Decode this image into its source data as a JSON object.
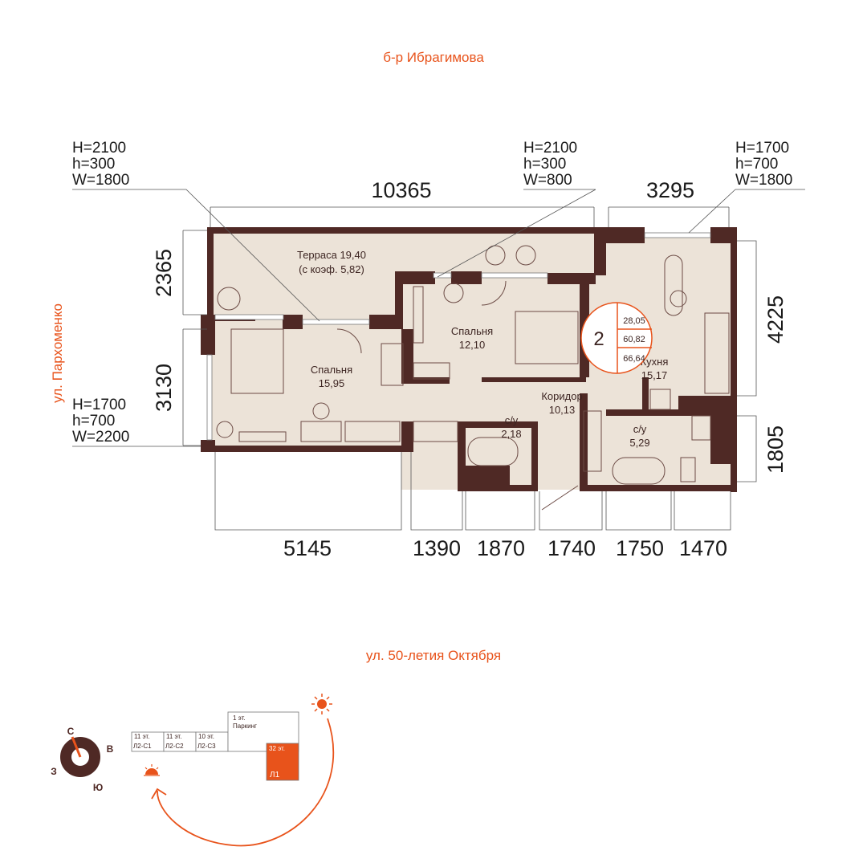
{
  "streets": {
    "top": "б-р Ибрагимова",
    "left": "ул. Пархоменко",
    "bottom": "ул. 50-летия Октября"
  },
  "windows": [
    {
      "H": "H=2100",
      "h": "h=300",
      "W": "W=1800"
    },
    {
      "H": "H=2100",
      "h": "h=300",
      "W": "W=800"
    },
    {
      "H": "H=1700",
      "h": "h=700",
      "W": "W=1800"
    },
    {
      "H": "H=1700",
      "h": "h=700",
      "W": "W=2200"
    }
  ],
  "dimensions": {
    "top": [
      "10365",
      "3295"
    ],
    "left": [
      "2365",
      "3130"
    ],
    "right": [
      "4225",
      "1805"
    ],
    "bottom": [
      "5145",
      "1390",
      "1870",
      "1740",
      "1750",
      "1470"
    ]
  },
  "rooms": [
    {
      "name": "Терраса 19,40",
      "sub": "(с коэф. 5,82)"
    },
    {
      "name": "Спальня",
      "area": "12,10"
    },
    {
      "name": "Спальня",
      "area": "15,95"
    },
    {
      "name": "Кухня",
      "area": "15,17"
    },
    {
      "name": "Коридор",
      "area": "10,13"
    },
    {
      "name": "с/у",
      "area": "2,18"
    },
    {
      "name": "с/у",
      "area": "5,29"
    }
  ],
  "badge": {
    "rooms": "2",
    "living": "28,05",
    "total": "60,82",
    "total_with_terrace": "66,64"
  },
  "compass": {
    "n": "С",
    "e": "В",
    "w": "З",
    "s": "Ю"
  },
  "site": [
    {
      "floors": "11 эт.",
      "name": "Л2-С1"
    },
    {
      "floors": "11 эт.",
      "name": "Л2-С2"
    },
    {
      "floors": "10 эт.",
      "name": "Л2-С3"
    },
    {
      "floors": "1 эт.",
      "name": "Паркинг"
    },
    {
      "floors": "32 эт.",
      "name": "Л1"
    }
  ],
  "colors": {
    "accent": "#e8531b",
    "wall": "#4f2925",
    "floor": "#ece3d8"
  }
}
